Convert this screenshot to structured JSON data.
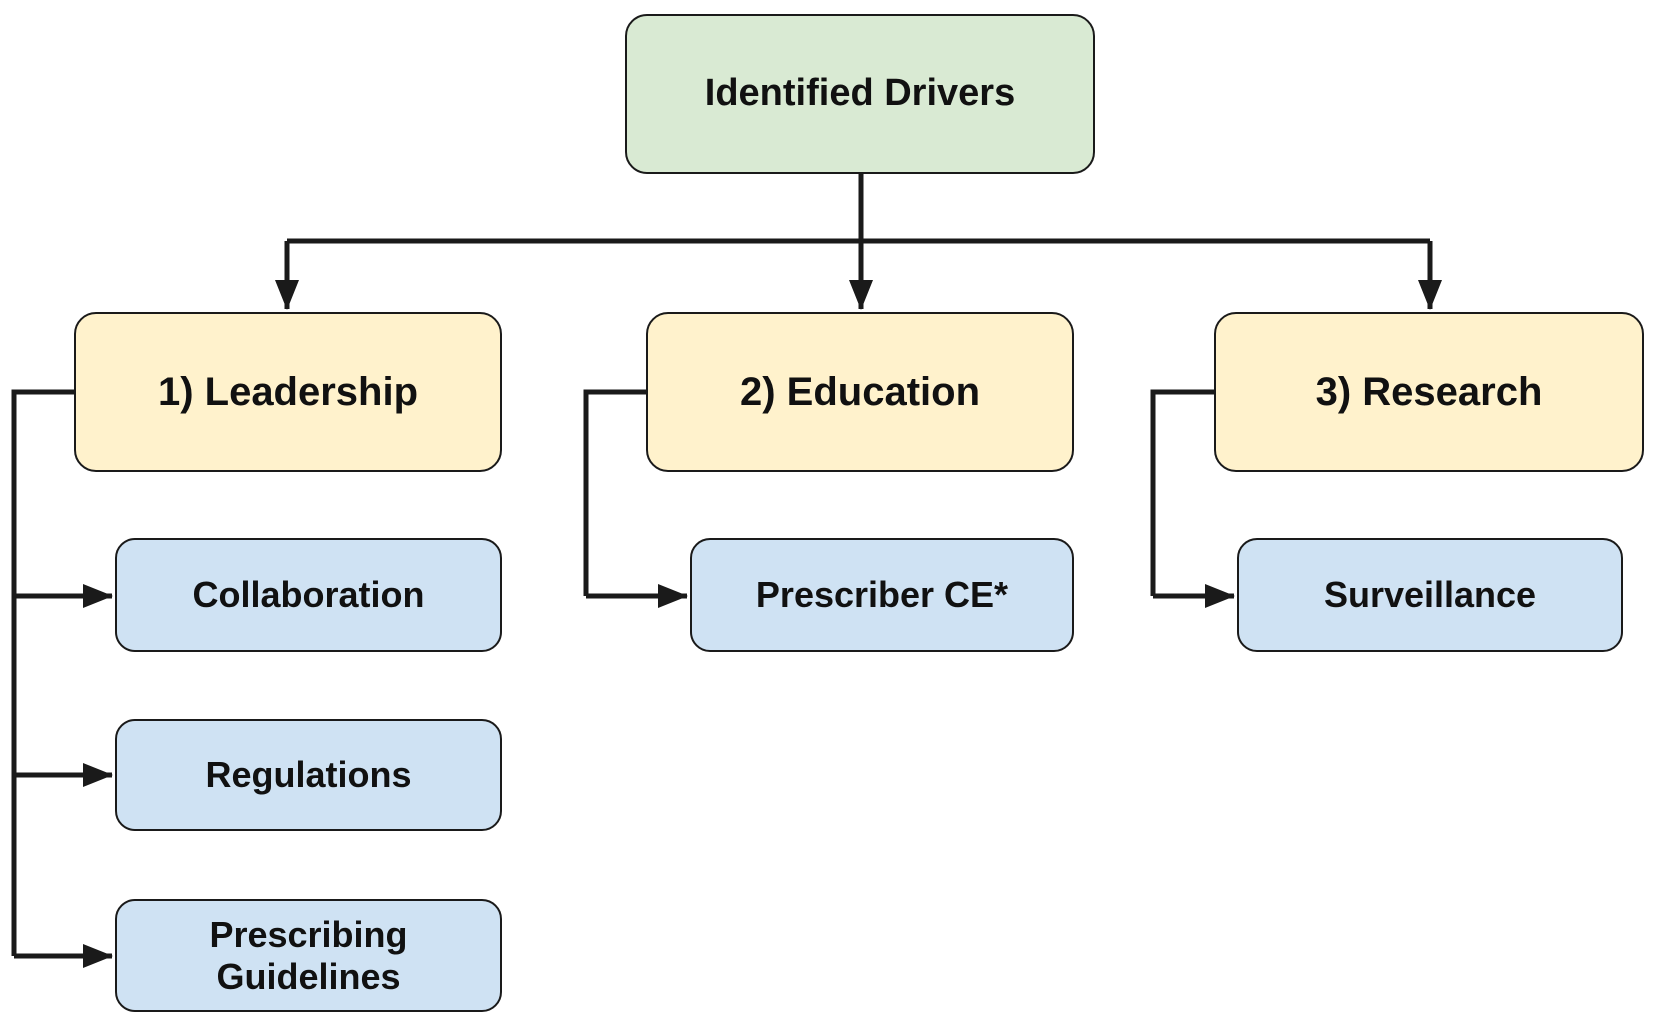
{
  "colors": {
    "root_fill": "#d9ead3",
    "driver_fill": "#fff2cc",
    "sub_fill": "#cfe2f3",
    "stroke": "#1a1a1a"
  },
  "root": {
    "label": "Identified Drivers"
  },
  "drivers": [
    {
      "label": "1) Leadership",
      "subs": [
        "Collaboration",
        "Regulations",
        "Prescribing\nGuidelines"
      ]
    },
    {
      "label": "2) Education",
      "subs": [
        "Prescriber CE*"
      ]
    },
    {
      "label": "3) Research",
      "subs": [
        "Surveillance"
      ]
    }
  ]
}
